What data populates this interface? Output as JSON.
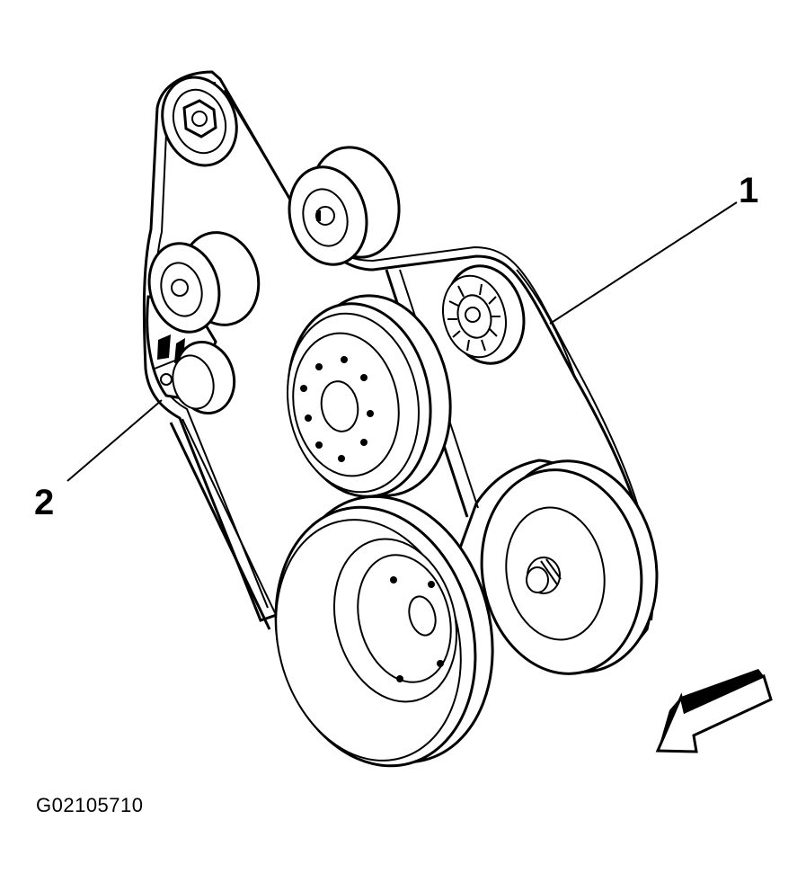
{
  "callouts": [
    {
      "id": "1",
      "label": "1"
    },
    {
      "id": "2",
      "label": "2"
    }
  ],
  "figure_id": "G02105710",
  "colors": {
    "line": "#000000",
    "background": "#ffffff"
  }
}
